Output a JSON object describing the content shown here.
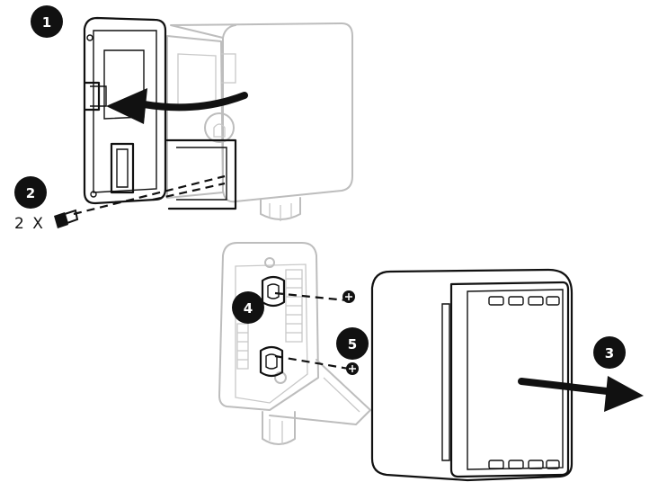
{
  "diagram": {
    "steps": [
      {
        "number": "1"
      },
      {
        "number": "2",
        "quantity": "2 X"
      },
      {
        "number": "3"
      },
      {
        "number": "4"
      },
      {
        "number": "5"
      }
    ],
    "colors": {
      "ink": "#111111",
      "ghost": "#bdbdbd",
      "badge": "#111111",
      "badge_text": "#ffffff"
    },
    "icons": [
      "curved-arrow-icon",
      "straight-arrow-icon",
      "screw-icon"
    ]
  }
}
